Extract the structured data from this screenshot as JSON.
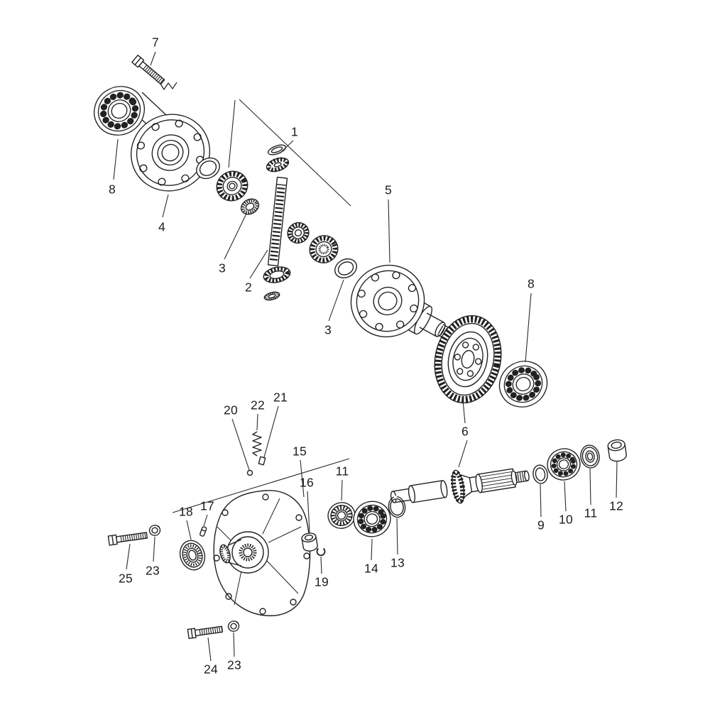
{
  "diagram": {
    "background_color": "#ffffff",
    "line_color": "#222222"
  },
  "callouts": [
    {
      "text": "1"
    },
    {
      "text": "2"
    },
    {
      "text": "3"
    },
    {
      "text": "3"
    },
    {
      "text": "4"
    },
    {
      "text": "5"
    },
    {
      "text": "6"
    },
    {
      "text": "7"
    },
    {
      "text": "8"
    },
    {
      "text": "8"
    },
    {
      "text": "9"
    },
    {
      "text": "10"
    },
    {
      "text": "11"
    },
    {
      "text": "11"
    },
    {
      "text": "12"
    },
    {
      "text": "13"
    },
    {
      "text": "14"
    },
    {
      "text": "15"
    },
    {
      "text": "16"
    },
    {
      "text": "17"
    },
    {
      "text": "18"
    },
    {
      "text": "19"
    },
    {
      "text": "20"
    },
    {
      "text": "21"
    },
    {
      "text": "22"
    },
    {
      "text": "23"
    },
    {
      "text": "23"
    },
    {
      "text": "24"
    },
    {
      "text": "25"
    }
  ]
}
